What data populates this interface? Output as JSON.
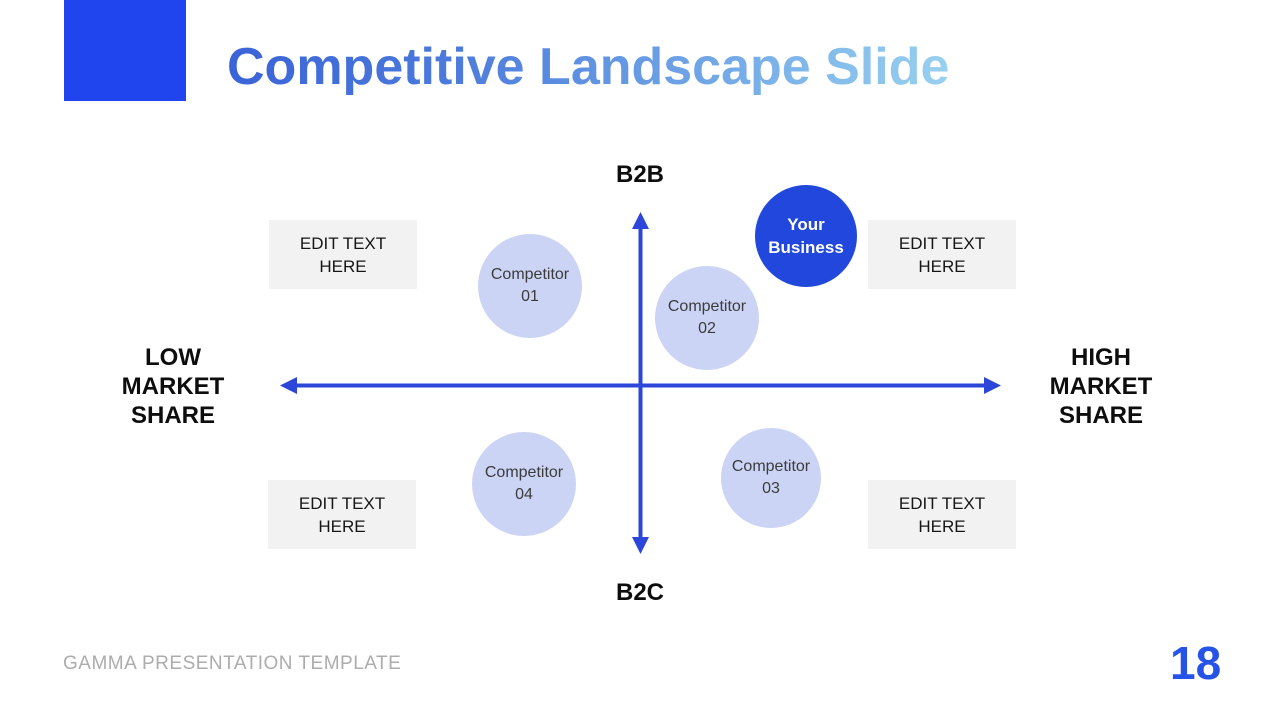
{
  "slide": {
    "title": "Competitive Landscape Slide",
    "footer_text": "GAMMA PRESENTATION TEMPLATE",
    "page_number": "18"
  },
  "diagram": {
    "axis_top": "B2B",
    "axis_bottom": "B2C",
    "axis_left": "LOW\nMARKET\nSHARE",
    "axis_right": "HIGH\nMARKET\nSHARE",
    "placeholders": {
      "top_left": "EDIT TEXT\nHERE",
      "top_right": "EDIT TEXT\nHERE",
      "bottom_left": "EDIT TEXT\nHERE",
      "bottom_right": "EDIT TEXT\nHERE"
    },
    "bubbles": {
      "your_business": "Your\nBusiness",
      "competitor_01": "Competitor\n01",
      "competitor_02": "Competitor\n02",
      "competitor_03": "Competitor\n03",
      "competitor_04": "Competitor\n04"
    }
  },
  "colors": {
    "accent_square_blue": "#2045EF",
    "axis_blue": "#2B46D9",
    "your_business_fill": "#2147DC",
    "competitor_fill": "#CBD4F5",
    "placeholder_bg": "#F2F2F2",
    "title_gradient_start": "#3A63D8",
    "title_gradient_end": "#9ED7F1",
    "footer_gray": "#ACACAC",
    "page_number_blue": "#2553E8"
  }
}
